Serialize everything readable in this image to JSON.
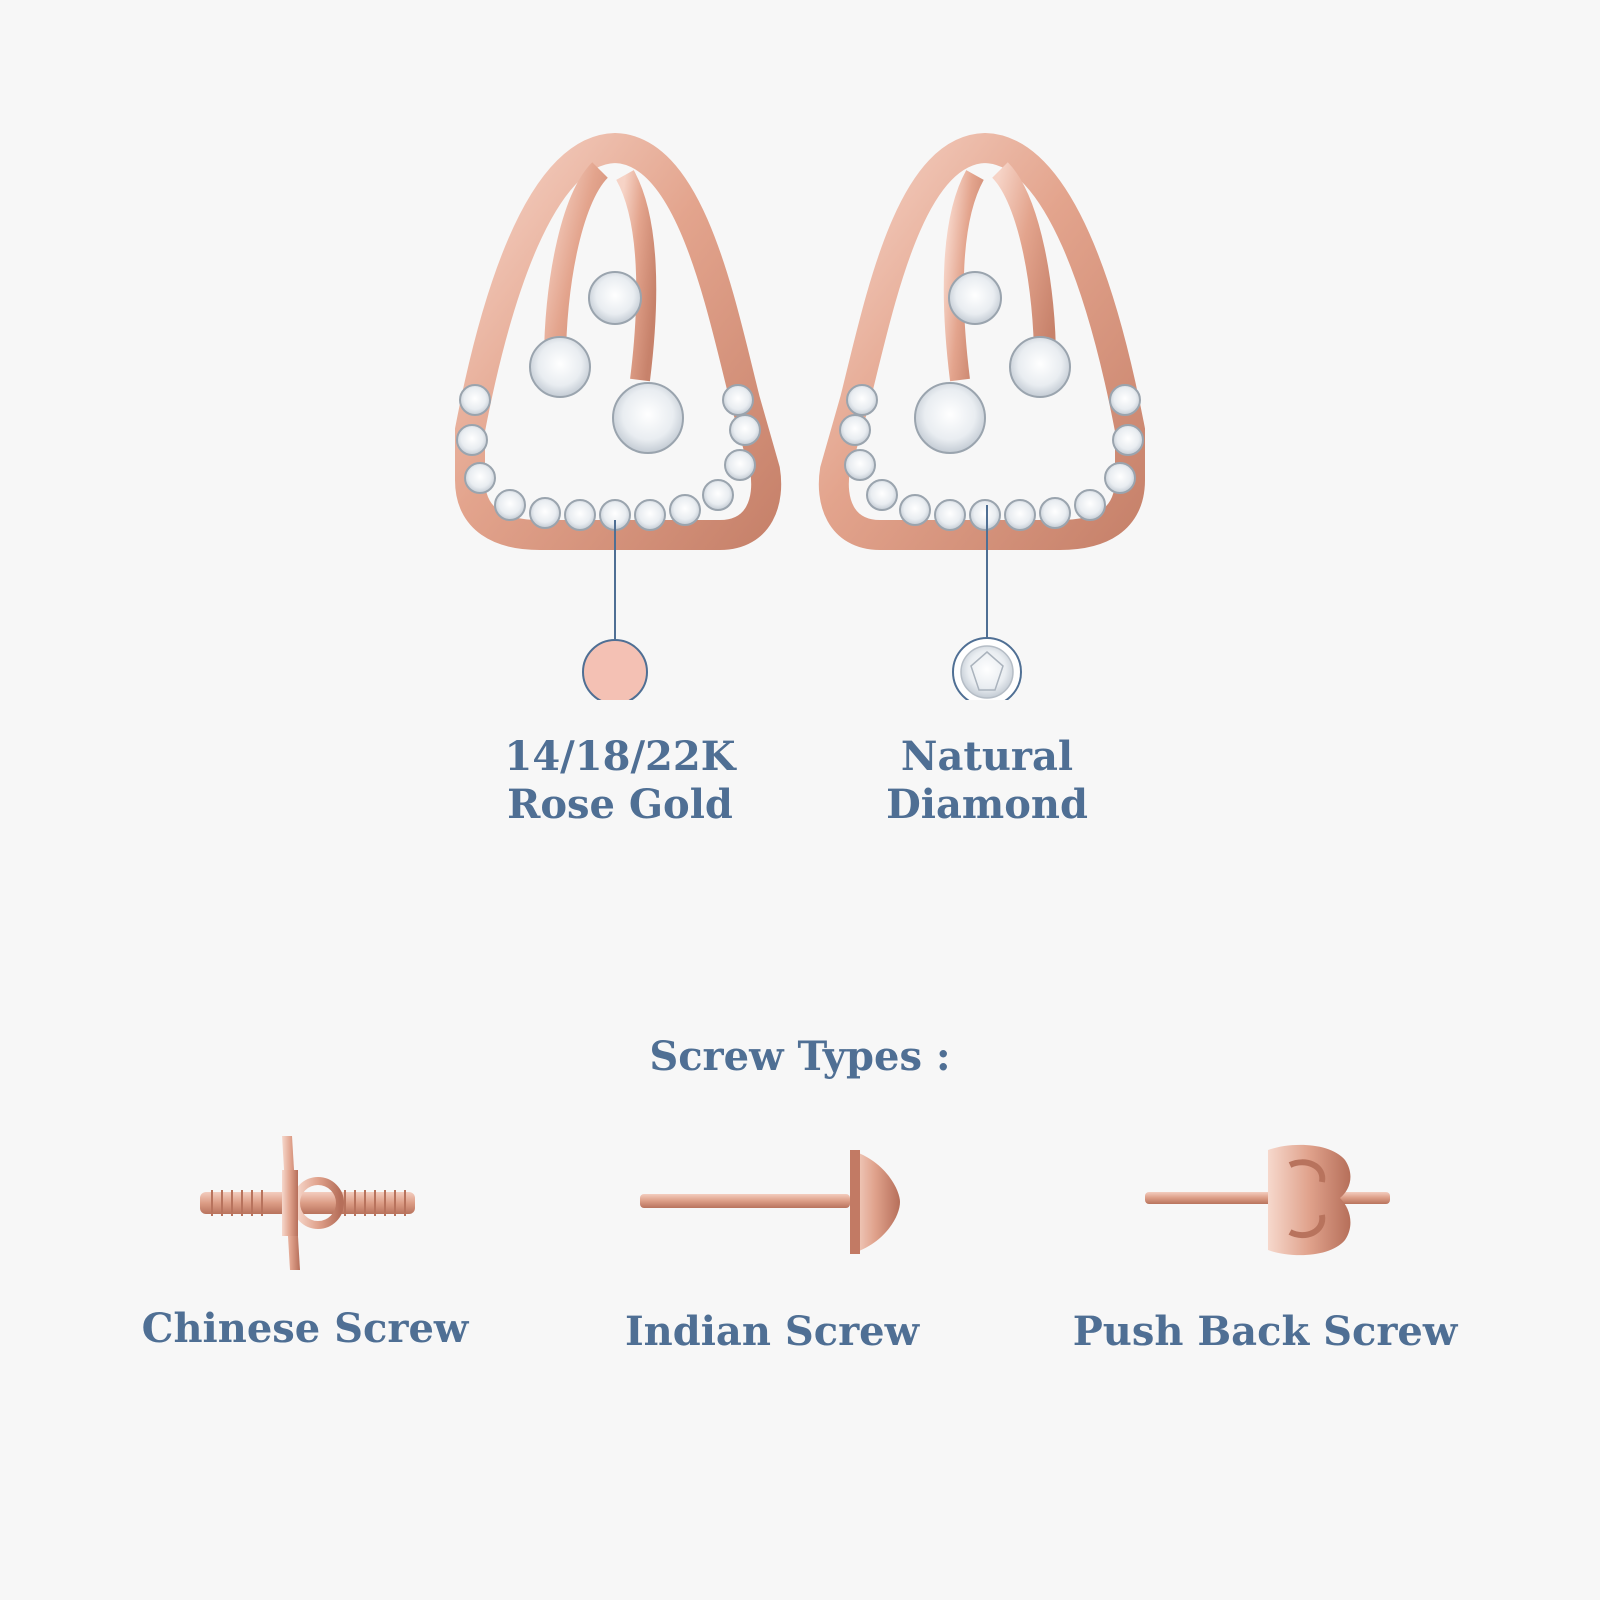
{
  "materials": [
    {
      "line1": "14/18/22K",
      "line2": "Rose Gold",
      "icon": "rose-gold-swatch-icon",
      "color": "#f4c1b4"
    },
    {
      "line1": "Natural",
      "line2": "Diamond",
      "icon": "diamond-swatch-icon",
      "color": "#ffffff"
    }
  ],
  "screws": {
    "heading": "Screw Types :",
    "items": [
      {
        "label": "Chinese Screw",
        "icon": "chinese-screw-icon"
      },
      {
        "label": "Indian Screw",
        "icon": "indian-screw-icon"
      },
      {
        "label": "Push Back Screw",
        "icon": "push-back-screw-icon"
      }
    ]
  },
  "colors": {
    "text": "#4f6f94",
    "accent_line": "#4f6f94",
    "rose_gold": "#e4a994",
    "rose_gold_dark": "#c9826b",
    "background": "#f7f7f7"
  }
}
